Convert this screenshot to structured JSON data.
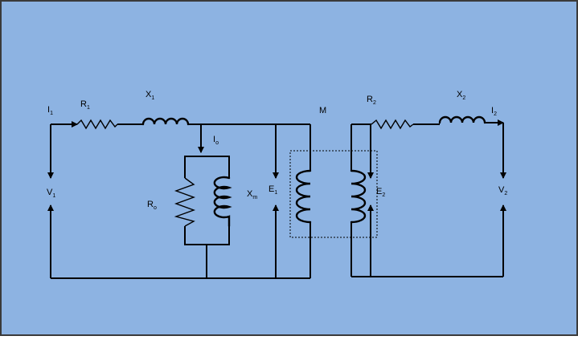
{
  "colors": {
    "background": "#8db3e2",
    "border": "#3a3a3a",
    "line": "#000000"
  },
  "labels": [
    {
      "id": "I1",
      "main": "I",
      "sub": "1"
    },
    {
      "id": "R1",
      "main": "R",
      "sub": "1"
    },
    {
      "id": "X1",
      "main": "X",
      "sub": "1"
    },
    {
      "id": "Io",
      "main": "I",
      "sub": "o"
    },
    {
      "id": "Ro",
      "main": "R",
      "sub": "o"
    },
    {
      "id": "Xm",
      "main": "X",
      "sub": "m"
    },
    {
      "id": "E1",
      "main": "E",
      "sub": "1"
    },
    {
      "id": "M",
      "main": "M",
      "sub": ""
    },
    {
      "id": "R2",
      "main": "R",
      "sub": "2"
    },
    {
      "id": "X2",
      "main": "X",
      "sub": "2"
    },
    {
      "id": "I2",
      "main": "I",
      "sub": "2"
    },
    {
      "id": "E2",
      "main": "E",
      "sub": "2"
    },
    {
      "id": "V1",
      "main": "V",
      "sub": "1"
    },
    {
      "id": "V2",
      "main": "V",
      "sub": "2"
    }
  ]
}
